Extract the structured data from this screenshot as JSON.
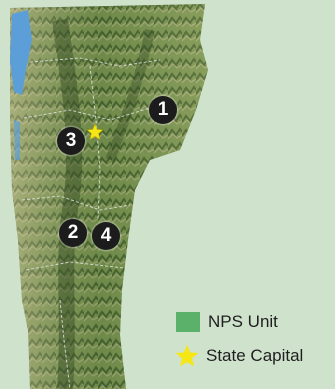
{
  "map": {
    "colors": {
      "background": "#cfe3cc",
      "terrain_dark": "#3f5a2b",
      "terrain_mid": "#7f9a55",
      "terrain_light": "#b9b98a",
      "lake": "#5c9fd8",
      "county_lines": "#e8e8e8"
    },
    "markers": [
      {
        "label": "1"
      },
      {
        "label": "2"
      },
      {
        "label": "3"
      },
      {
        "label": "4"
      }
    ],
    "capital_icon": "star-icon",
    "capital_color": "#f5e616"
  },
  "legend": {
    "items": [
      {
        "label": "NPS Unit",
        "swatch_color": "#5bb06a",
        "icon": "green-square-icon"
      },
      {
        "label": "State Capital",
        "swatch_color": "#f5e616",
        "icon": "star-icon"
      }
    ]
  }
}
